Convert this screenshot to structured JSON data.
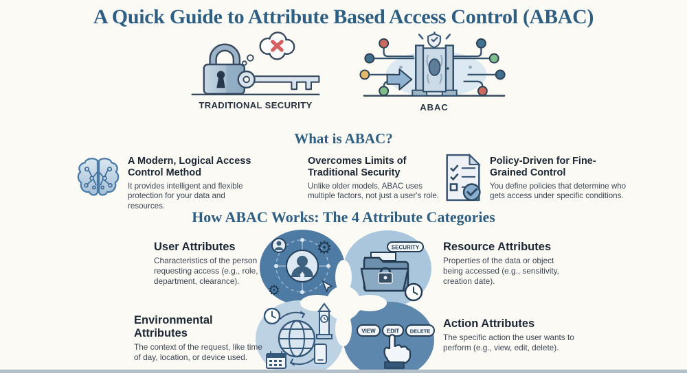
{
  "page": {
    "title": "A Quick Guide to Attribute Based Access Control (ABAC)",
    "accent_color": "#2e5f82",
    "background_color": "#fbfaf5"
  },
  "hero": {
    "traditional": {
      "label": "TRADITIONAL SECURITY",
      "icon": "padlock-key-rejected-icon"
    },
    "abac": {
      "label": "ABAC",
      "icon": "gateway-circuit-icon"
    }
  },
  "what_is": {
    "heading": "What is ABAC?",
    "items": [
      {
        "icon": "brain-icon",
        "title": "A Modern, Logical Access Control Method",
        "body": "It provides intelligent and flexible protection for your data and resources."
      },
      {
        "icon": "",
        "title": "Overcomes Limits of Traditional Security",
        "body": "Unlike older models, ABAC uses multiple factors, not just a user's role."
      },
      {
        "icon": "policy-checklist-icon",
        "title": "Policy-Driven for Fine-Grained Control",
        "body": "You define policies that determine who gets access under specific conditions."
      }
    ]
  },
  "how_it_works": {
    "heading": "How ABAC Works: The 4 Attribute Categories",
    "categories": [
      {
        "title": "User Attributes",
        "body": "Characteristics of the person requesting access (e.g., role, department, clearance).",
        "icon": "user-network-icon",
        "blob_color": "#4e7ba3"
      },
      {
        "title": "Resource Attributes",
        "body": "Properties of the data or object being accessed (e.g., sensitivity, creation date).",
        "icon": "secure-folder-icon",
        "blob_color": "#a9c6dd",
        "tag": "SECURITY"
      },
      {
        "title": "Environmental Attributes",
        "body": "The context of the request, like time of day, location, or device used.",
        "icon": "globe-time-icon",
        "blob_color": "#bdd3e3"
      },
      {
        "title": "Action Attributes",
        "body": "The specific action the user wants to perform (e.g., view, edit, delete).",
        "icon": "action-buttons-icon",
        "blob_color": "#5d87ac",
        "buttons": [
          "VIEW",
          "EDIT",
          "DELETE"
        ]
      }
    ]
  }
}
